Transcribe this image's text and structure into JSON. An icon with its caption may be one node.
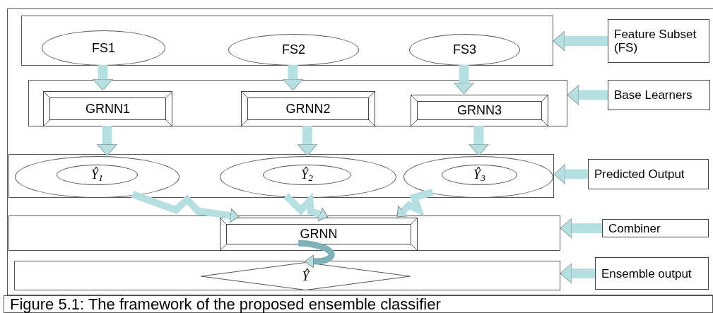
{
  "diagram": {
    "caption": "Figure 5.1: The framework of the proposed ensemble classifier",
    "nodes": [
      {
        "text": [],
        "shape": "box"
      },
      {
        "text": [
          "FS1"
        ],
        "in": 0
      },
      {
        "text": [
          "FS2"
        ],
        "in": 0
      },
      {
        "text": [
          "FS3"
        ],
        "in": 0
      },
      {
        "text": [
          "Feature Subset (FS)"
        ]
      },
      {
        "text": [],
        "shape": "box"
      },
      {
        "text": [
          "GRNN1"
        ],
        "in": 5
      },
      {
        "text": [
          "GRNN2"
        ],
        "in": 5
      },
      {
        "text": [
          "GRNN3"
        ],
        "in": 5
      },
      {
        "text": [
          "Base Learners"
        ]
      },
      {
        "text": [],
        "shape": "box"
      },
      {
        "text": [],
        "shape": "ellipse",
        "in": 10
      },
      {
        "text": [
          "Ŷ$_{1}$"
        ],
        "in": 11
      },
      {
        "text": [],
        "shape": "ellipse",
        "in": 10
      },
      {
        "text": [
          "Ŷ$_{2}$"
        ],
        "in": 13
      },
      {
        "text": [],
        "shape": "ellipse",
        "in": 10
      },
      {
        "text": [
          "Ŷ$_{3}$"
        ],
        "in": 15
      },
      {
        "text": [
          "Predicted Output"
        ]
      },
      {
        "text": [],
        "shape": "box"
      },
      {
        "text": [
          "GRNN"
        ],
        "in": 18
      },
      {
        "text": [
          "Combiner"
        ]
      },
      {
        "text": [],
        "shape": "box"
      },
      {
        "text": [
          "Ŷ"
        ],
        "in": 21
      },
      {
        "text": [
          "Ensemble output"
        ]
      }
    ],
    "edges": [
      {
        "from": 4,
        "to": 0,
        "arrow": "to"
      },
      {
        "from": 1,
        "to": 6,
        "arrow": "to"
      },
      {
        "from": 2,
        "to": 7,
        "arrow": "to"
      },
      {
        "from": 3,
        "to": 8,
        "arrow": "to"
      },
      {
        "from": 9,
        "to": 5,
        "arrow": "to"
      },
      {
        "from": 6,
        "to": 11,
        "arrow": "to"
      },
      {
        "from": 7,
        "to": 13,
        "arrow": "to"
      },
      {
        "from": 8,
        "to": 15,
        "arrow": "to"
      },
      {
        "from": 17,
        "to": 10,
        "arrow": "to"
      },
      {
        "from": 11,
        "to": 19,
        "arrow": "to"
      },
      {
        "from": 13,
        "to": 19,
        "arrow": "to"
      },
      {
        "from": 15,
        "to": 19,
        "arrow": "to"
      },
      {
        "from": 20,
        "to": 18,
        "arrow": "to"
      },
      {
        "from": 19,
        "to": 22,
        "arrow": "to",
        "color": "#7fb1b8"
      },
      {
        "from": 23,
        "to": 21,
        "arrow": "to"
      }
    ]
  }
}
